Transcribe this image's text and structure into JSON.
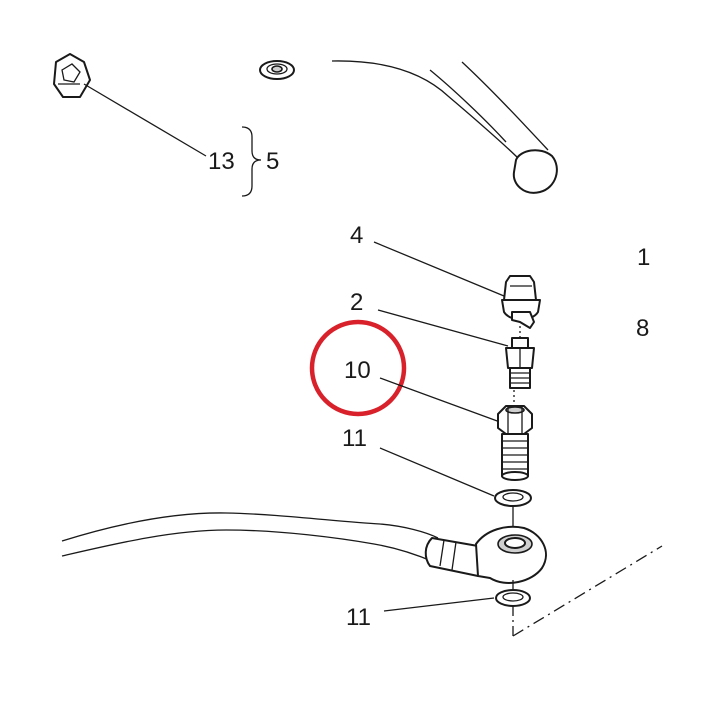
{
  "callouts": {
    "item_13": "13",
    "brace_group": "5",
    "item_4": "4",
    "item_1": "1",
    "item_2": "2",
    "item_8": "8",
    "item_10": "10",
    "item_11_upper": "11",
    "item_11_lower": "11"
  },
  "highlight": {
    "target": "10",
    "color": "#d8212a"
  },
  "colors": {
    "ink": "#1a1a1a",
    "paper": "#ffffff",
    "highlight": "#d8212a"
  }
}
